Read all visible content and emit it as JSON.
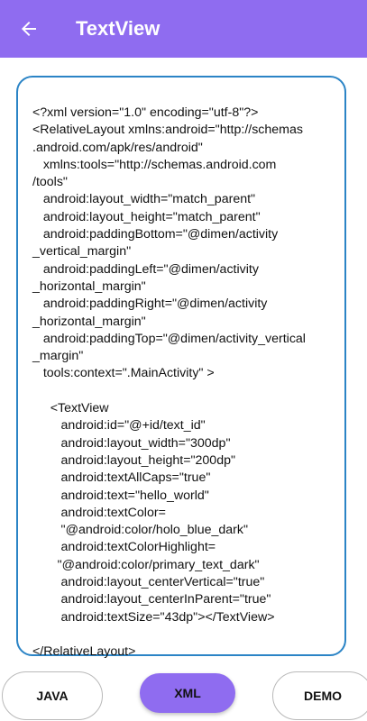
{
  "app_bar": {
    "title": "TextView",
    "back_icon": "arrow-left-icon",
    "background": "#8f6cf0"
  },
  "code": {
    "lines": [
      "<?xml version=\"1.0\" encoding=\"utf-8\"?>",
      "<RelativeLayout xmlns:android=\"http://schemas",
      ".android.com/apk/res/android\"",
      "   xmlns:tools=\"http://schemas.android.com",
      "/tools\"",
      "   android:layout_width=\"match_parent\"",
      "   android:layout_height=\"match_parent\"",
      "   android:paddingBottom=\"@dimen/activity",
      "_vertical_margin\"",
      "   android:paddingLeft=\"@dimen/activity",
      "_horizontal_margin\"",
      "   android:paddingRight=\"@dimen/activity",
      "_horizontal_margin\"",
      "   android:paddingTop=\"@dimen/activity_vertical",
      "_margin\"",
      "   tools:context=\".MainActivity\" >",
      "",
      "     <TextView",
      "        android:id=\"@+id/text_id\"",
      "        android:layout_width=\"300dp\"",
      "        android:layout_height=\"200dp\"",
      "        android:textAllCaps=\"true\"",
      "        android:text=\"hello_world\"",
      "        android:textColor=",
      "        \"@android:color/holo_blue_dark\"",
      "        android:textColorHighlight=",
      "       \"@android:color/primary_text_dark\"",
      "        android:layout_centerVertical=\"true\"",
      "        android:layout_centerInParent=\"true\"",
      "        android:textSize=\"43dp\"></TextView>",
      "",
      "</RelativeLayout>"
    ],
    "border_color": "#2b84c6"
  },
  "tabs": {
    "java_label": "JAVA",
    "xml_label": "XML",
    "demo_label": "DEMO",
    "selected": "XML",
    "selected_color": "#8f6cf0"
  }
}
